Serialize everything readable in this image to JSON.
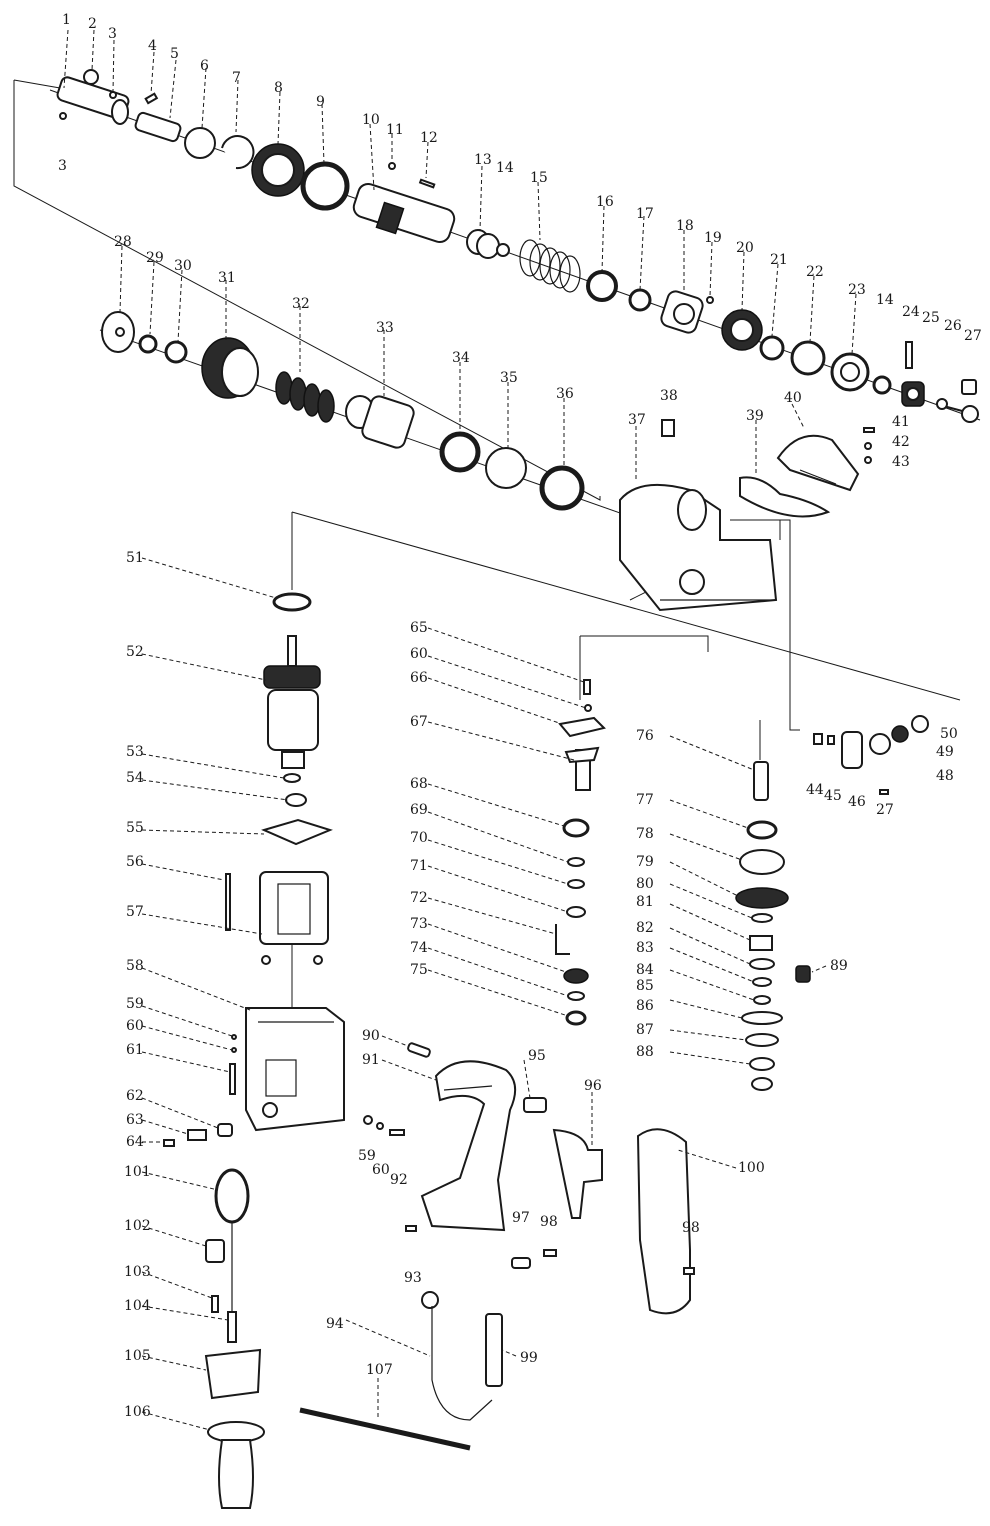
{
  "labels": [
    "1",
    "2",
    "3",
    "4",
    "5",
    "6",
    "7",
    "8",
    "9",
    "10",
    "11",
    "12",
    "13",
    "14",
    "15",
    "16",
    "17",
    "18",
    "19",
    "20",
    "21",
    "22",
    "23",
    "24",
    "25",
    "26",
    "27",
    "28",
    "29",
    "30",
    "31",
    "32",
    "33",
    "34",
    "35",
    "36",
    "37",
    "38",
    "39",
    "40",
    "41",
    "42",
    "43",
    "44",
    "45",
    "46",
    "48",
    "49",
    "50",
    "51",
    "52",
    "53",
    "54",
    "55",
    "56",
    "57",
    "58",
    "59",
    "60",
    "61",
    "62",
    "63",
    "64",
    "65",
    "66",
    "67",
    "68",
    "69",
    "70",
    "71",
    "72",
    "73",
    "74",
    "75",
    "76",
    "77",
    "78",
    "79",
    "80",
    "81",
    "82",
    "83",
    "84",
    "85",
    "86",
    "87",
    "88",
    "89",
    "90",
    "91",
    "92",
    "93",
    "94",
    "95",
    "96",
    "97",
    "98",
    "99",
    "100",
    "101",
    "102",
    "103",
    "104",
    "105",
    "106",
    "107"
  ]
}
